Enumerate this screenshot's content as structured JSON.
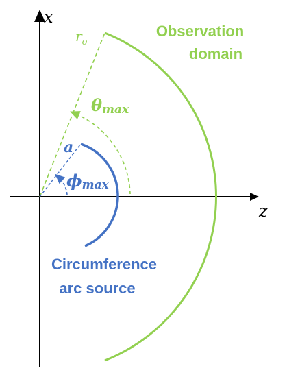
{
  "colors": {
    "green": "#92d050",
    "blue": "#4472c4",
    "axis": "#000000"
  },
  "axes": {
    "x_label": "x",
    "z_label": "z"
  },
  "labels": {
    "r_o": "r",
    "r_o_sub": "o",
    "theta_max": "θ",
    "theta_max_sub": "max",
    "phi_max": "ϕ",
    "phi_max_sub": "max",
    "a": "a",
    "observation_line1": "Observation",
    "observation_line2": "domain",
    "source_line1": "Circumference",
    "source_line2": "arc source"
  }
}
